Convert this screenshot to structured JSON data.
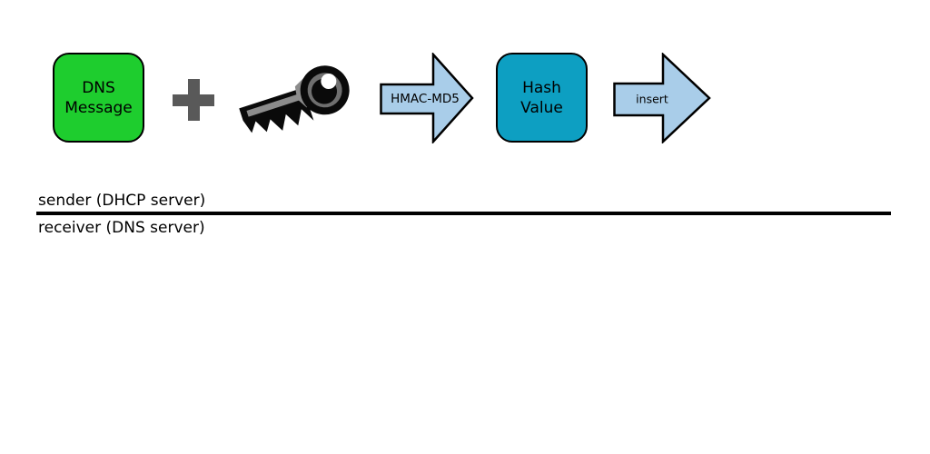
{
  "diagram": {
    "dns_box": {
      "label_line1": "DNS",
      "label_line2": "Message",
      "color": "#1ecd2e"
    },
    "plus": {
      "symbol": "+",
      "color": "#595959"
    },
    "key_icon": {
      "name": "key-icon",
      "outline_color": "#0a0a0a",
      "highlight_color": "#8c8c8c"
    },
    "hmac_arrow": {
      "label": "HMAC-MD5",
      "fill": "#a9cde9",
      "stroke": "#000000"
    },
    "hash_box": {
      "label_line1": "Hash",
      "label_line2": "Value",
      "color": "#0d9fc2"
    },
    "insert_arrow": {
      "label": "insert",
      "fill": "#a9cde9",
      "stroke": "#000000"
    },
    "lanes": {
      "sender_label": "sender (DHCP server)",
      "receiver_label": "receiver (DNS server)",
      "divider_color": "#000000"
    }
  }
}
